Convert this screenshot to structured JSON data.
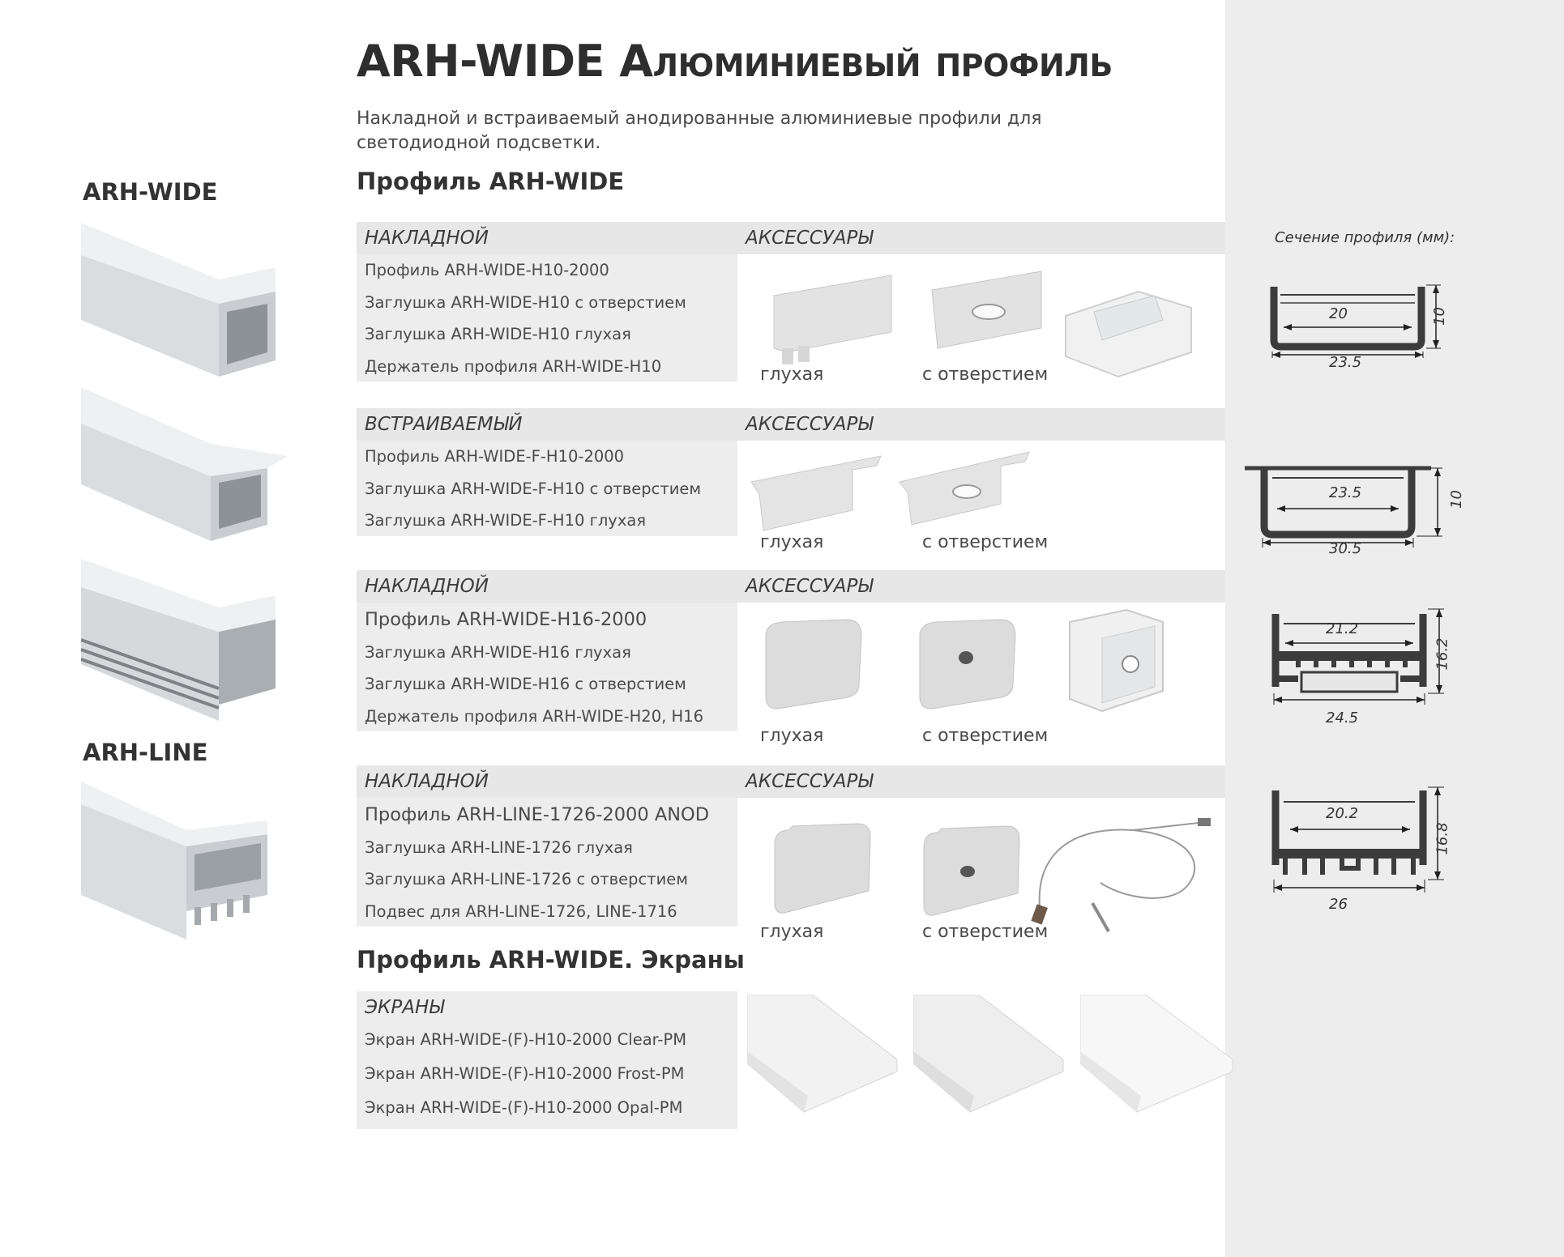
{
  "title": {
    "main": "ARH-WIDE",
    "sub": "Алюминиевый профиль"
  },
  "intro": "Накладной и встраиваемый анодированные алюминиевые профили для светодиодной подсветки.",
  "section_profile": "Профиль ARH-WIDE",
  "section_screens": "Профиль ARH-WIDE. Экраны",
  "sidebar": {
    "wide_label": "ARH-WIDE",
    "line_label": "ARH-LINE"
  },
  "cross_section_caption": "Сечение профиля (мм):",
  "blocks": [
    {
      "caption": "НАКЛАДНОЙ",
      "accessories_caption": "АКСЕССУАРЫ",
      "items": [
        "Профиль ARH-WIDE-H10-2000",
        "Заглушка ARH-WIDE-H10 с отверстием",
        "Заглушка ARH-WIDE-H10 глухая",
        "Держатель профиля ARH-WIDE-H10"
      ],
      "acc_labels": [
        "глухая",
        "с отверстием"
      ],
      "dims": {
        "inner": "20",
        "outer": "23.5",
        "height": "10"
      }
    },
    {
      "caption": "ВСТРАИВАЕМЫЙ",
      "accessories_caption": "АКСЕССУАРЫ",
      "items": [
        "Профиль ARH-WIDE-F-H10-2000",
        "Заглушка ARH-WIDE-F-H10 с отверстием",
        "Заглушка ARH-WIDE-F-H10 глухая"
      ],
      "acc_labels": [
        "глухая",
        "с отверстием"
      ],
      "dims": {
        "inner": "23.5",
        "outer": "30.5",
        "height": "10"
      }
    },
    {
      "caption": "НАКЛАДНОЙ",
      "accessories_caption": "АКСЕССУАРЫ",
      "items": [
        "Профиль ARH-WIDE-H16-2000",
        "Заглушка ARH-WIDE-H16 глухая",
        "Заглушка ARH-WIDE-H16 с отверстием",
        "Держатель профиля ARH-WIDE-H20, H16"
      ],
      "acc_labels": [
        "глухая",
        "с отверстием"
      ],
      "dims": {
        "inner": "21.2",
        "outer": "24.5",
        "height": "16.2"
      }
    },
    {
      "caption": "НАКЛАДНОЙ",
      "accessories_caption": "АКСЕССУАРЫ",
      "items": [
        "Профиль ARH-LINE-1726-2000 ANOD",
        "Заглушка ARH-LINE-1726 глухая",
        "Заглушка ARH-LINE-1726 с отверстием",
        "Подвес для ARH-LINE-1726, LINE-1716"
      ],
      "acc_labels": [
        "глухая",
        "с отверстием"
      ],
      "dims": {
        "inner": "20.2",
        "outer": "26",
        "height": "16.8"
      }
    }
  ],
  "screens": {
    "caption": "ЭКРАНЫ",
    "items": [
      "Экран ARH-WIDE-(F)-H10-2000 Clear-PM",
      "Экран ARH-WIDE-(F)-H10-2000 Frost-PM",
      "Экран ARH-WIDE-(F)-H10-2000 Opal-PM"
    ]
  }
}
